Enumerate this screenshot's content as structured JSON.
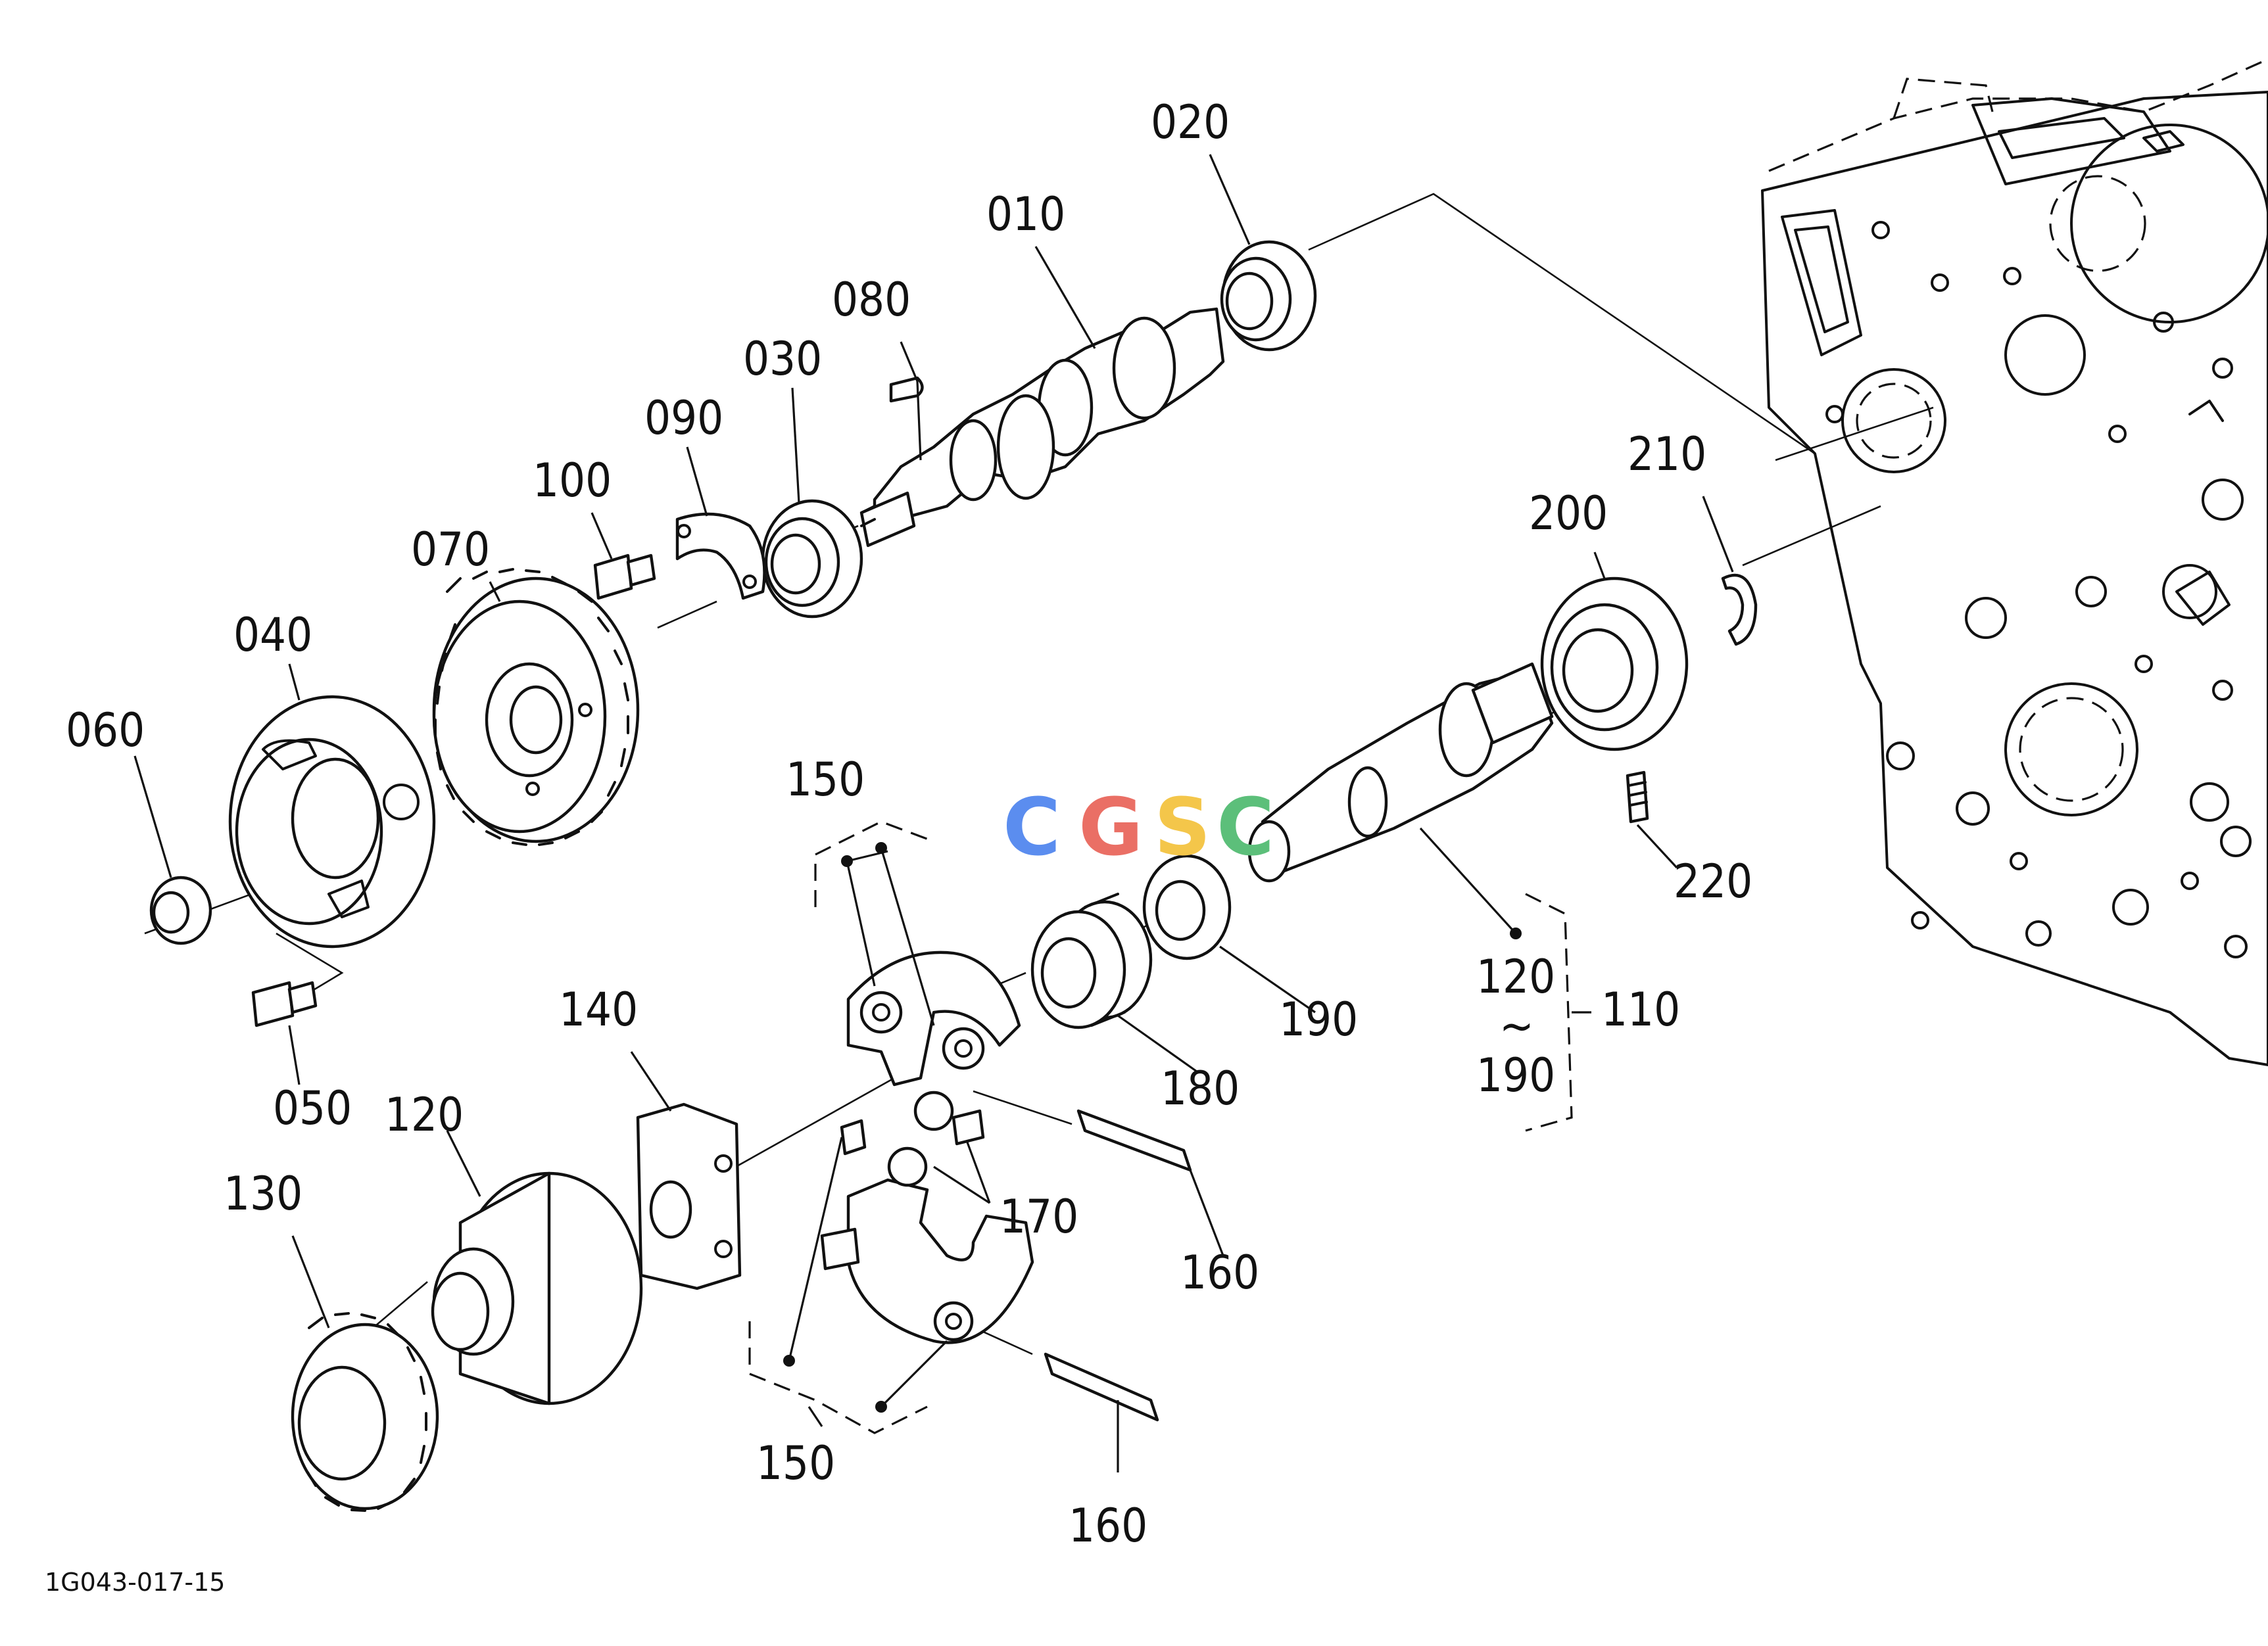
{
  "diagram": {
    "watermark": {
      "letters": [
        "C",
        "G",
        "S",
        "C"
      ],
      "colors": [
        "#5b8def",
        "#ea6f65",
        "#f4c64a",
        "#5cbf7a"
      ]
    },
    "figure_code": "1G043-017-15",
    "group_range": {
      "from": "120",
      "tilde": "~",
      "to": "190",
      "group": "110"
    },
    "labels": {
      "p010": "010",
      "p020": "020",
      "p030": "030",
      "p040": "040",
      "p050": "050",
      "p060": "060",
      "p070": "070",
      "p080": "080",
      "p090": "090",
      "p100": "100",
      "p120": "120",
      "p130": "130",
      "p140": "140",
      "p150a": "150",
      "p150b": "150",
      "p160a": "160",
      "p160b": "160",
      "p170": "170",
      "p180": "180",
      "p190": "190",
      "p200": "200",
      "p210": "210",
      "p220": "220"
    }
  }
}
